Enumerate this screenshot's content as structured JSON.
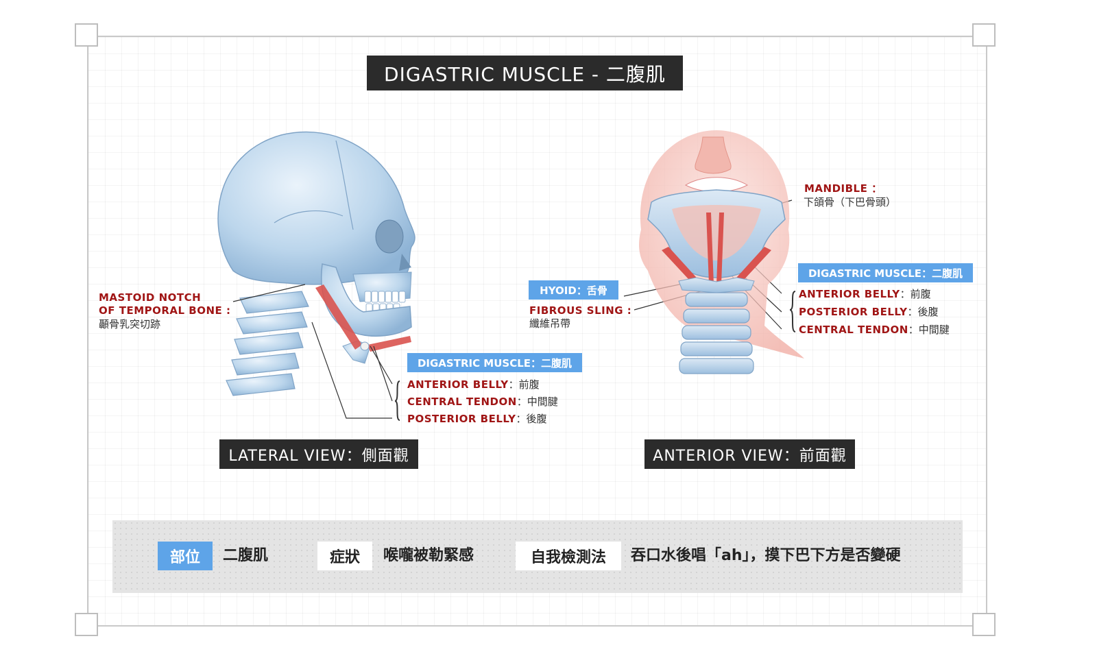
{
  "title": "DIGASTRIC MUSCLE - 二腹肌",
  "lateral": {
    "mastoid_line1": "MASTOID NOTCH",
    "mastoid_line2": "OF TEMPORAL BONE :",
    "mastoid_zh": "顳骨乳突切跡",
    "digastric_tag": "DIGASTRIC MUSCLE：二腹肌",
    "items": [
      {
        "en": "ANTERIOR BELLY",
        "zh": "：前腹"
      },
      {
        "en": "CENTRAL TENDON",
        "zh": "：中間腱"
      },
      {
        "en": "POSTERIOR BELLY",
        "zh": "：後腹"
      }
    ],
    "view_label": "LATERAL VIEW：側面觀"
  },
  "anterior": {
    "mandible_en": "MANDIBLE ：",
    "mandible_zh": "下頜骨（下巴骨頭）",
    "hyoid_tag": "HYOID：舌骨",
    "sling_en": "FIBROUS SLING :",
    "sling_zh": "纖維吊帶",
    "digastric_tag": "DIGASTRIC MUSCLE：二腹肌",
    "items": [
      {
        "en": "ANTERIOR BELLY",
        "zh": "：前腹"
      },
      {
        "en": "POSTERIOR BELLY",
        "zh": "：後腹"
      },
      {
        "en": "CENTRAL TENDON",
        "zh": "：中間腱"
      }
    ],
    "view_label": "ANTERIOR VIEW：前面觀"
  },
  "bottom": {
    "location_tag": "部位",
    "location_value": "二腹肌",
    "symptom_tag": "症狀",
    "symptom_value": "喉嚨被勒緊感",
    "test_tag": "自我檢測法",
    "test_value": "吞口水後唱「ah」，摸下巴下方是否變硬"
  },
  "colors": {
    "dark_box": "#2b2b2b",
    "accent_blue": "#5ea4e8",
    "label_red": "#a01515",
    "bone_blue": "#b9d4ea",
    "muscle_red": "#d9534f",
    "skin_pink": "#f6c4bd"
  }
}
